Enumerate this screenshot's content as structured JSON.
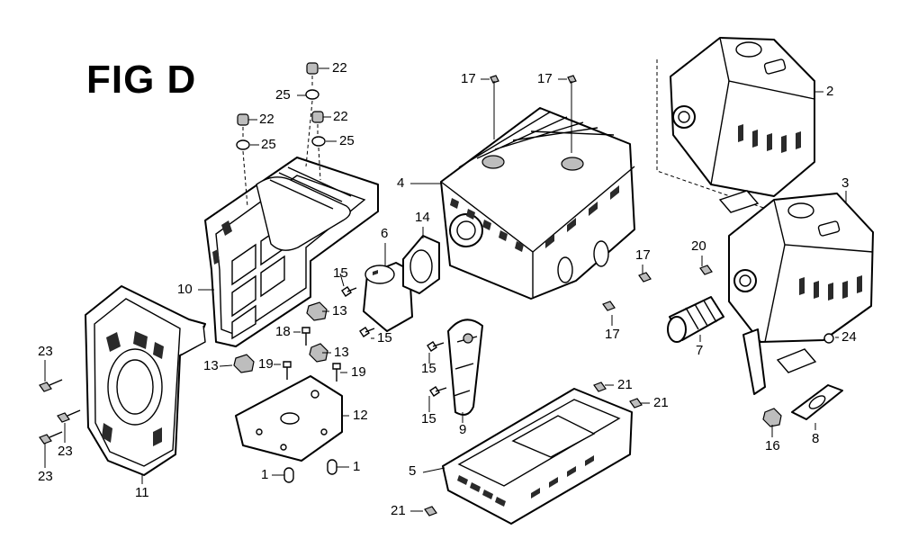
{
  "figure": {
    "title": "FIG D"
  },
  "callouts": [
    {
      "id": "c22a",
      "text": "22"
    },
    {
      "id": "c25a",
      "text": "25"
    },
    {
      "id": "c22b",
      "text": "22"
    },
    {
      "id": "c22c",
      "text": "22"
    },
    {
      "id": "c25b",
      "text": "25"
    },
    {
      "id": "c25c",
      "text": "25"
    },
    {
      "id": "c17a",
      "text": "17"
    },
    {
      "id": "c17b",
      "text": "17"
    },
    {
      "id": "c2",
      "text": "2"
    },
    {
      "id": "c4",
      "text": "4"
    },
    {
      "id": "c3",
      "text": "3"
    },
    {
      "id": "c14",
      "text": "14"
    },
    {
      "id": "c6",
      "text": "6"
    },
    {
      "id": "c20",
      "text": "20"
    },
    {
      "id": "c17c",
      "text": "17"
    },
    {
      "id": "c10",
      "text": "10"
    },
    {
      "id": "c15a",
      "text": "15"
    },
    {
      "id": "c13a",
      "text": "13"
    },
    {
      "id": "c15b",
      "text": "15"
    },
    {
      "id": "c7",
      "text": "7"
    },
    {
      "id": "c17d",
      "text": "17"
    },
    {
      "id": "c18",
      "text": "18"
    },
    {
      "id": "c24",
      "text": "24"
    },
    {
      "id": "c23a",
      "text": "23"
    },
    {
      "id": "c13b",
      "text": "13"
    },
    {
      "id": "c19a",
      "text": "19"
    },
    {
      "id": "c13c",
      "text": "13"
    },
    {
      "id": "c19b",
      "text": "19"
    },
    {
      "id": "c15c",
      "text": "15"
    },
    {
      "id": "c15d",
      "text": "15"
    },
    {
      "id": "c21a",
      "text": "21"
    },
    {
      "id": "c21b",
      "text": "21"
    },
    {
      "id": "c12",
      "text": "12"
    },
    {
      "id": "c9",
      "text": "9"
    },
    {
      "id": "c23b",
      "text": "23"
    },
    {
      "id": "c16",
      "text": "16"
    },
    {
      "id": "c8",
      "text": "8"
    },
    {
      "id": "c23c",
      "text": "23"
    },
    {
      "id": "c1a",
      "text": "1"
    },
    {
      "id": "c1b",
      "text": "1"
    },
    {
      "id": "c5",
      "text": "5"
    },
    {
      "id": "c11",
      "text": "11"
    },
    {
      "id": "c21c",
      "text": "21"
    }
  ]
}
